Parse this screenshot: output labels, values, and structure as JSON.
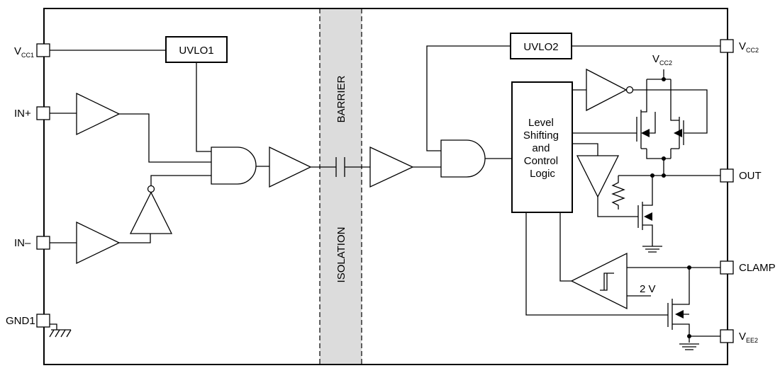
{
  "pins": {
    "vcc1": {
      "main": "V",
      "sub": "CC1"
    },
    "in_plus": "IN+",
    "in_minus": "IN–",
    "gnd1": "GND1",
    "vcc2": {
      "main": "V",
      "sub": "CC2"
    },
    "out": "OUT",
    "clamp": "CLAMP",
    "vee2": {
      "main": "V",
      "sub": "EE2"
    }
  },
  "blocks": {
    "uvlo1": "UVLO1",
    "uvlo2": "UVLO2",
    "control_logic": [
      "Level",
      "Shifting",
      "and",
      "Control",
      "Logic"
    ]
  },
  "isolation": {
    "top_label": "BARRIER",
    "bottom_label": "ISOLATION",
    "fill_color": "#dcdcdc"
  },
  "annotations": {
    "vcc2_rail": {
      "main": "V",
      "sub": "CC2"
    },
    "clamp_ref": "2 V"
  }
}
